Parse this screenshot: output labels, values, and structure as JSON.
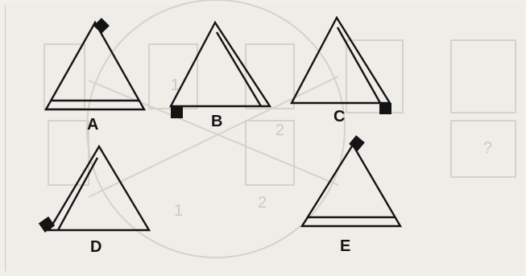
{
  "options": [
    {
      "label": "A"
    },
    {
      "label": "B"
    },
    {
      "label": "C"
    },
    {
      "label": "D"
    },
    {
      "label": "E"
    }
  ],
  "faded_print": {
    "digits": [
      "1",
      "2",
      "1",
      "2"
    ],
    "caption": "?"
  },
  "colors": {
    "ink": "#141414",
    "paper": "#efede8",
    "bleed": "#d6d2ca"
  }
}
